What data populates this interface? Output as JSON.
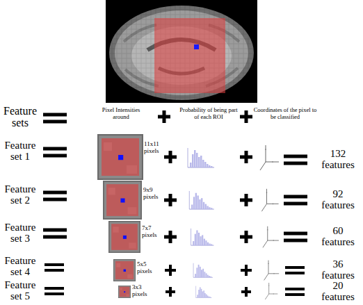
{
  "diagram": {
    "labels": [
      "Feature sets",
      "Pixel Intensities around",
      "Probability of being part of each ROI",
      "Coordinates of the pixel to be classified",
      "Feature set 1",
      "11x11 pixels",
      "132 features",
      "Feature set 2",
      "9x9 pixels",
      "92 features",
      "Feature set 3",
      "7x7 pixels",
      "60 features",
      "Feature set 4",
      "5x5 pixels",
      "36 features",
      "Feature set 5",
      "3x3 pixels",
      "20 features"
    ]
  }
}
